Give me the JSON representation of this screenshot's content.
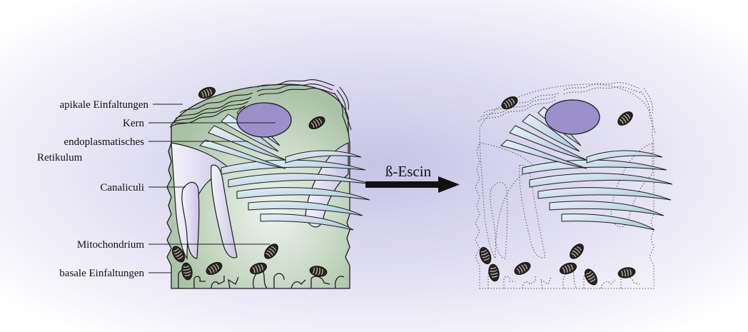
{
  "labels": {
    "apical_folds": "apikale Einfaltungen",
    "nucleus": "Kern",
    "er_line1": "endoplasmatisches",
    "er_line2": "Retikulum",
    "canaliculi": "Canaliculi",
    "mitochondrion": "Mitochondrium",
    "basal_folds": "basale Einfaltungen"
  },
  "arrow_label": "ß-Escin",
  "colors": {
    "background_center": "#c6c3e6",
    "background_edge": "#ffffff",
    "cytoplasm": "#bcd0b8",
    "cytoplasm_light": "#eef4ee",
    "nucleus": "#9c90cc",
    "er_fill": "#cfe2ee",
    "canaliculi_fill": "#e8e6f4",
    "mitochondrion": "#2a2420",
    "outline": "#1c1c1c"
  }
}
